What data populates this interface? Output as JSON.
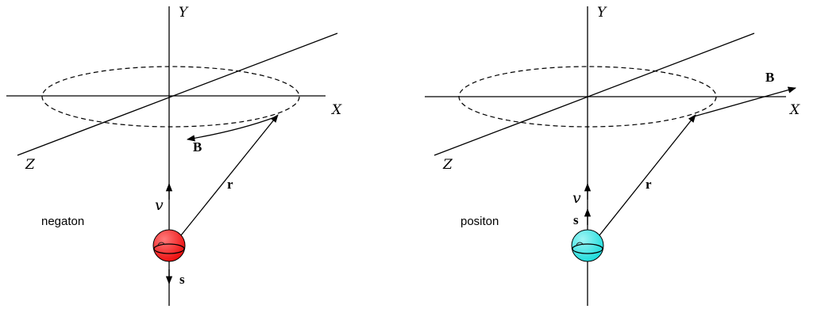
{
  "panels": [
    {
      "caption": "negaton",
      "particle_color": "#ee1111",
      "particle_highlight": "#ff7a7a",
      "axis_x": "X",
      "axis_y": "Y",
      "axis_z": "Z",
      "label_b": "B",
      "label_r": "r",
      "label_s": "s",
      "label_v": "v"
    },
    {
      "caption": "positon",
      "particle_color": "#22dddd",
      "particle_highlight": "#9ff5f5",
      "axis_x": "X",
      "axis_y": "Y",
      "axis_z": "Z",
      "label_b": "B",
      "label_r": "r",
      "label_s": "s",
      "label_v": "v"
    }
  ]
}
